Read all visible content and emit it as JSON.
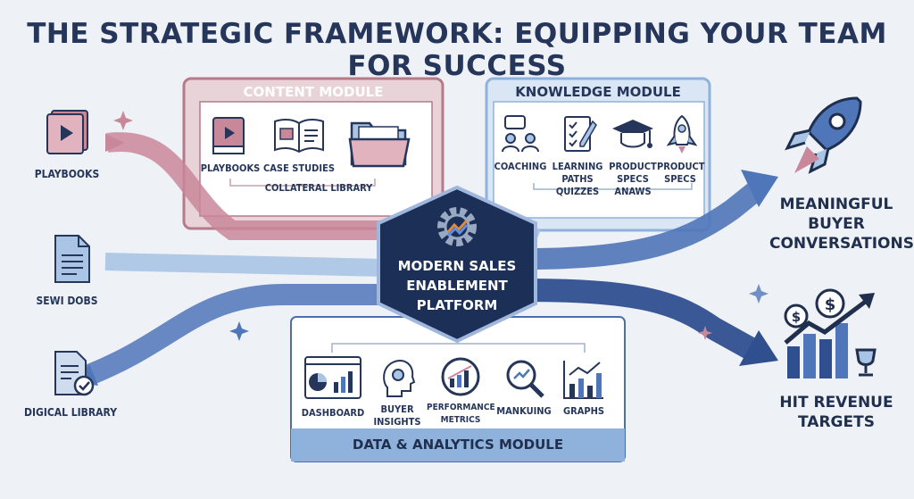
{
  "title": "THE STRATEGIC FRAMEWORK: EQUIPPING YOUR TEAM FOR SUCCESS",
  "inputs": [
    {
      "label": "PLAYBOOKS",
      "icon": "video-playbook-icon"
    },
    {
      "label": "SEWI DOBS",
      "icon": "document-icon"
    },
    {
      "label": "DIGICAL LIBRARY",
      "icon": "library-check-icon"
    }
  ],
  "content_module": {
    "title": "CONTENT MODULE",
    "items": [
      {
        "label": "PLAYBOOKS",
        "icon": "playbook-book-icon"
      },
      {
        "label": "CASE STUDIES",
        "icon": "open-book-icon"
      },
      {
        "label": "",
        "icon": "folder-icon"
      }
    ],
    "group_label": "COLLATERAL LIBRARY"
  },
  "knowledge_module": {
    "title": "KNOWLEDGE MODULE",
    "items": [
      {
        "label": "COACHING",
        "icon": "coaching-people-icon"
      },
      {
        "label": "LEARNING PATHS QUIZZES",
        "icon": "checklist-icon"
      },
      {
        "label": "PRODUCT SPECS ANAWS",
        "icon": "graduation-cap-icon"
      },
      {
        "label": "PRODUCT SPECS",
        "icon": "rocket-small-icon"
      }
    ]
  },
  "hub": {
    "label": "MODERN SALES ENABLEMENT PLATFORM",
    "icon": "gear-chart-icon"
  },
  "analytics_module": {
    "title": "DATA & ANALYTICS MODULE",
    "items": [
      {
        "label": "DASHBOARD",
        "icon": "dashboard-icon"
      },
      {
        "label": "BUYER INSIGHTS",
        "icon": "head-profile-icon"
      },
      {
        "label": "PERFORMANCE METRICS",
        "icon": "gauge-icon"
      },
      {
        "label": "MANKUING",
        "icon": "magnifier-chart-icon"
      },
      {
        "label": "GRAPHS",
        "icon": "line-bar-graph-icon"
      }
    ]
  },
  "outputs": [
    {
      "label": "MEANINGFUL BUYER CONVERSATIONS",
      "icon": "rocket-icon"
    },
    {
      "label": "HIT REVENUE TARGETS",
      "icon": "revenue-growth-icon"
    }
  ],
  "colors": {
    "navy": "#1f2f4d",
    "rose": "#c9879a",
    "light_blue": "#a9c4e4",
    "blue": "#3d63a8",
    "hub": "#1c2f57"
  }
}
